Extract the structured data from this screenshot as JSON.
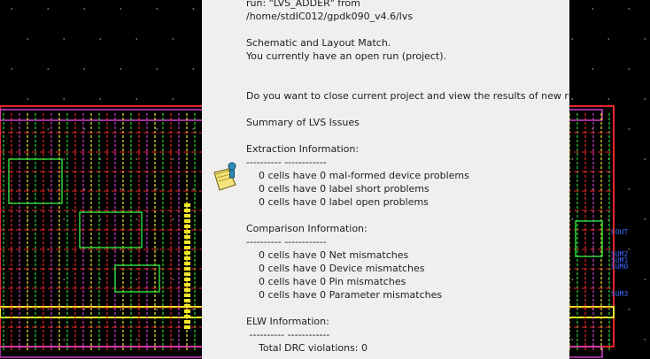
{
  "layout_view": {
    "pin_labels": [
      "COUT",
      "SUM2",
      "SUM1",
      "SUM0",
      "SUM3"
    ]
  },
  "dialog": {
    "icon": "notepad-info-icon",
    "lines": [
      "run: \"LVS_ADDER\" from",
      "/home/stdIC012/gpdk090_v4.6/lvs",
      "",
      "Schematic and Layout Match.",
      "You currently have an open run (project).",
      "",
      "",
      "Do you want to close current project and view the results of new run?",
      "",
      "Summary of LVS Issues",
      "",
      "Extraction Information:",
      "---------- ------------",
      "    0 cells have 0 mal-formed device problems",
      "    0 cells have 0 label short problems",
      "    0 cells have 0 label open problems",
      "",
      "Comparison Information:",
      "---------- ------------",
      "    0 cells have 0 Net mismatches",
      "    0 cells have 0 Device mismatches",
      "    0 cells have 0 Pin mismatches",
      "    0 cells have 0 Parameter mismatches",
      "",
      "ELW Information:",
      " ---------- ------------",
      "    Total DRC violations: 0"
    ]
  },
  "colors": {
    "background": "#000000",
    "dialog_bg": "#efefef",
    "metal_red": "#e8262a",
    "poly_green": "#2fd63a",
    "metal_magenta": "#cf3fc7",
    "via_yellow": "#f1e82c",
    "pin_blue": "#3a6bff"
  }
}
